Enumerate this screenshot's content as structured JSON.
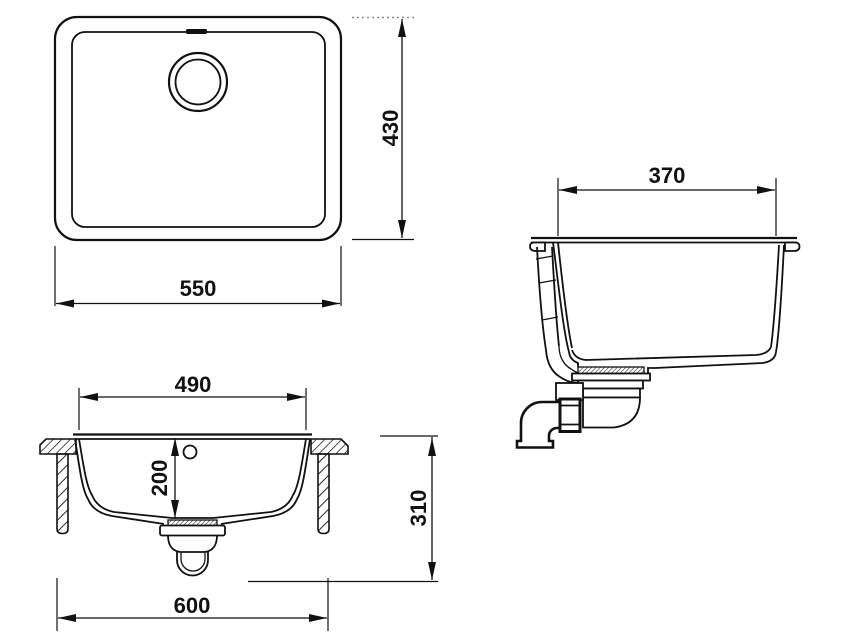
{
  "drawing": {
    "background": "#ffffff",
    "line_color": "#111111",
    "views": {
      "top": {
        "width_label": "550",
        "height_label": "430"
      },
      "front_section": {
        "inner_width_label": "490",
        "bowl_depth_label": "200",
        "overall_height_label": "310",
        "base_width_label": "600"
      },
      "side": {
        "depth_label": "370"
      }
    }
  }
}
